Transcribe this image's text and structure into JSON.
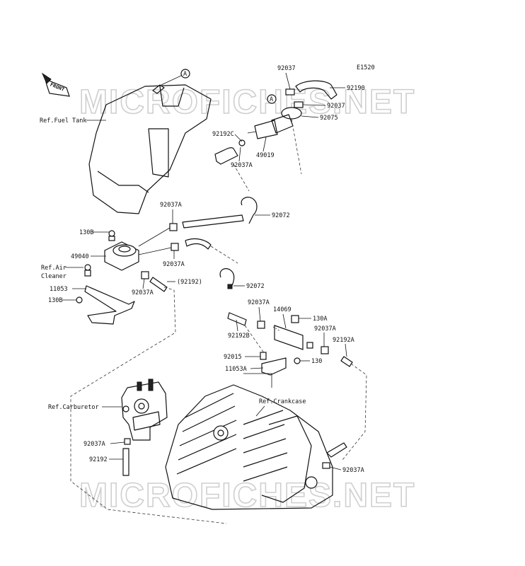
{
  "diagram_code": "E1520",
  "front_arrow": "FRONT",
  "ref_marker": "A",
  "watermark": "MICROFICHES.NET",
  "labels": {
    "fuel_tank": "Ref.Fuel Tank",
    "air_cleaner_1": "Ref.Air",
    "air_cleaner_2": "Cleaner",
    "carburetor": "Ref.Carburetor",
    "crankcase": "Ref.Crankcase"
  },
  "parts": {
    "p92037_top": "92037",
    "p92190": "92190",
    "p92037_mid": "92037",
    "p92075": "92075",
    "p92192C": "92192C",
    "p49019": "49019",
    "p92037A_1": "92037A",
    "p92072_1": "92072",
    "p92037A_2": "92037A",
    "p130B_1": "130B",
    "p49040": "49040",
    "p92037A_3": "92037A",
    "p92037A_4": "92037A",
    "p92192_paren": "(92192)",
    "p11053": "11053",
    "p130B_2": "130B",
    "p92072_2": "92072",
    "p92037A_5": "92037A",
    "p14069": "14069",
    "p130A": "130A",
    "p92037A_6": "92037A",
    "p92192B": "92192B",
    "p92192A": "92192A",
    "p92015": "92015",
    "p130": "130",
    "p11053A": "11053A",
    "p92037A_7": "92037A",
    "p92192": "92192",
    "p92037A_8": "92037A"
  }
}
